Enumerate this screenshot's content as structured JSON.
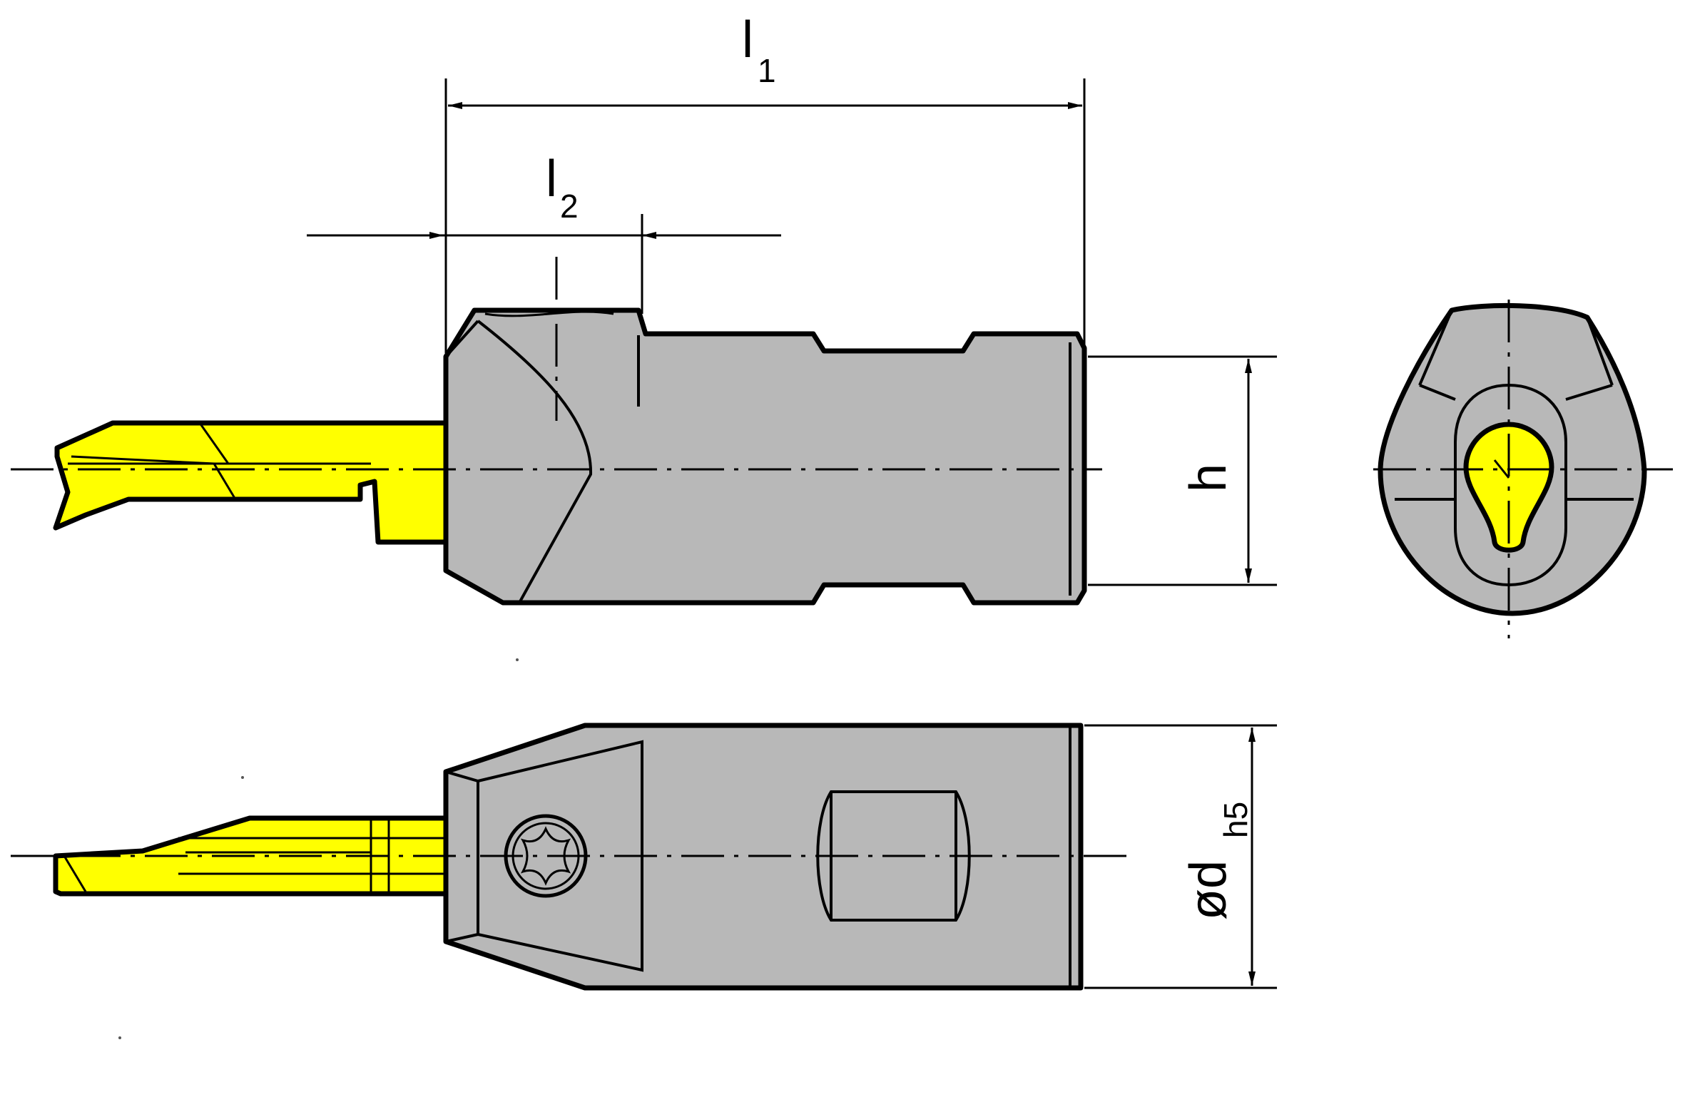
{
  "colors": {
    "body_fill": "#b8b8b8",
    "insert_fill": "#ffff00",
    "line": "#000000",
    "background": "#ffffff"
  },
  "dimensions": {
    "l1": {
      "main": "l",
      "sub": "1"
    },
    "l2": {
      "main": "l",
      "sub": "2"
    },
    "h": {
      "main": "h"
    },
    "d": {
      "main": "ød",
      "sub": "h5"
    }
  },
  "views": {
    "side": {
      "icon": "tool-holder-side-view"
    },
    "end": {
      "icon": "tool-holder-end-view"
    },
    "top": {
      "icon": "tool-holder-top-view"
    },
    "screw": {
      "icon": "torx-screw-icon"
    }
  }
}
